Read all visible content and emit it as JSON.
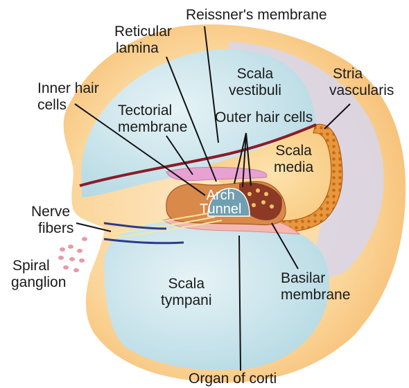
{
  "labels": {
    "reissners_membrane": "Reissner's membrane",
    "reticular_lamina": [
      "Reticular",
      "lamina"
    ],
    "scala_vestibuli": [
      "Scala",
      "vestibuli"
    ],
    "stria_vascularis": [
      "Stria",
      "vascularis"
    ],
    "inner_hair_cells": [
      "Inner hair",
      "cells"
    ],
    "tectorial_membrane": [
      "Tectorial",
      "membrane"
    ],
    "outer_hair_cells": "Outer hair cells",
    "scala_media": [
      "Scala",
      "media"
    ],
    "arch_tunnel": [
      "Arch",
      "Tunnel"
    ],
    "nerve_fibers": [
      "Nerve",
      "fibers"
    ],
    "spiral_ganglion": [
      "Spiral",
      "ganglion"
    ],
    "basilar_membrane": [
      "Basilar",
      "membrane"
    ],
    "scala_tympani": [
      "Scala",
      "tympani"
    ],
    "organ_of_corti": "Organ of corti"
  },
  "colors": {
    "scala": "#cfe8ee",
    "bone": "#fcdcaa",
    "stria": "#f1a64a",
    "reissner": "#8b1c2a",
    "tectorial": "#e7a1d3",
    "basilar": "#f4b7b2",
    "nerve": "#2d3a8a",
    "ganglion": "#e79aa6"
  }
}
